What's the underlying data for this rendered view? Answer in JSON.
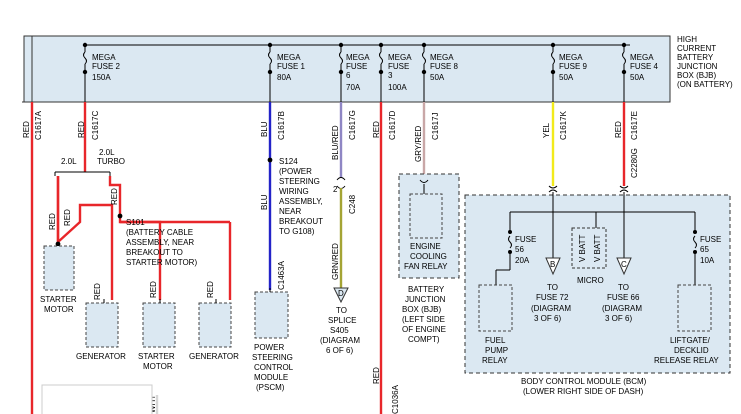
{
  "colors": {
    "red": "#e8262a",
    "blue": "#2323c8",
    "yellow": "#f2ea1a",
    "blu_red": "#8f86c4",
    "grn_red": "#a4a434",
    "gry_red": "#c9a7a7",
    "wht": "#d7d7d7",
    "box_fill": "#dbe8f2"
  },
  "bjb_label": [
    "HIGH",
    "CURRENT",
    "BATTERY",
    "JUNCTION",
    "BOX (BJB)",
    "(ON BATTERY)"
  ],
  "fuses": [
    {
      "line1": "MEGA",
      "line2": "FUSE 2",
      "rating": "150A"
    },
    {
      "line1": "MEGA",
      "line2": "FUSE 1",
      "rating": "80A"
    },
    {
      "line1": "MEGA",
      "line2": "FUSE",
      "line3": "6",
      "rating": "70A"
    },
    {
      "line1": "MEGA",
      "line2": "FUSE",
      "line3": "3",
      "rating": "100A"
    },
    {
      "line1": "MEGA",
      "line2": "FUSE 8",
      "rating": "50A"
    },
    {
      "line1": "MEGA",
      "line2": "FUSE 9",
      "rating": "50A"
    },
    {
      "line1": "MEGA",
      "line2": "FUSE 4",
      "rating": "50A"
    }
  ],
  "wire_labels": [
    {
      "color": "RED",
      "circuit": "C1617A"
    },
    {
      "color": "RED",
      "circuit": "C1617C"
    },
    {
      "color": "BLU",
      "circuit": "C1617B"
    },
    {
      "color": "BLU/RED",
      "circuit": "C1617G"
    },
    {
      "color": "RED",
      "circuit": "C1617D"
    },
    {
      "color": "GRY/RED",
      "circuit": "C1617J"
    },
    {
      "color": "YEL",
      "circuit": "C1617K"
    },
    {
      "color": "RED",
      "circuit": "C1617E"
    }
  ],
  "engine_labels": {
    "l20": "2.0L",
    "l20t_1": "2.0L",
    "l20t_2": "TURBO"
  },
  "splice_s101": [
    "S101",
    "(BATTERY CABLE",
    "ASSEMBLY, NEAR",
    "BREAKOUT TO",
    "STARTER MOTOR)"
  ],
  "splice_s124": [
    "S124",
    "(POWER",
    "STEERING",
    "WIRING",
    "ASSEMBLY,",
    "NEAR",
    "BREAKOUT",
    "TO G108)"
  ],
  "misc_wire_labels": {
    "red": "RED",
    "blu": "BLU",
    "grn_red": "GRN/RED",
    "c248": "C248",
    "c1463a": "C1463A",
    "c2280g": "C2280G",
    "c1036a": "C1036A",
    "wht": "WHT",
    "pin2": "2"
  },
  "components": {
    "starter_motor": [
      "STARTER",
      "MOTOR"
    ],
    "generator": [
      "GENERATOR"
    ],
    "starter_motor_2": [
      "STARTER",
      "MOTOR"
    ],
    "generator_2": [
      "GENERATOR"
    ],
    "pscm": [
      "POWER",
      "STEERING",
      "CONTROL",
      "MODULE",
      "(PSCM)"
    ],
    "splice_s405": [
      "TO",
      "SPLICE",
      "S405",
      "(DIAGRAM",
      "6 OF 6)"
    ],
    "cooling_fan_relay": [
      "ENGINE",
      "COOLING",
      "FAN RELAY"
    ],
    "bjb_engine": [
      "BATTERY",
      "JUNCTION",
      "BOX (BJB)",
      "(LEFT SIDE",
      "OF ENGINE",
      "COMPT)"
    ],
    "fuel_pump_relay": [
      "FUEL",
      "PUMP",
      "RELAY"
    ],
    "fuse72": [
      "TO",
      "FUSE 72",
      "(DIAGRAM",
      "3 OF 6)"
    ],
    "fuse66": [
      "TO",
      "FUSE 66",
      "(DIAGRAM",
      "3 OF 6)"
    ],
    "liftgate_relay": [
      "LIFTGATE/",
      "DECKLID",
      "RELEASE RELAY"
    ],
    "bcm": [
      "BODY CONTROL MODULE (BCM)",
      "(LOWER RIGHT SIDE OF DASH)"
    ]
  },
  "bcm_fuses": {
    "fuse56": [
      "FUSE",
      "56",
      "20A"
    ],
    "fuse65": [
      "FUSE",
      "65",
      "10A"
    ]
  },
  "micro": {
    "label": "MICRO",
    "vbatt_left": "V BATT",
    "vbatt_right": "V BATT"
  },
  "connectors": {
    "d": "D",
    "b": "B",
    "c": "C"
  }
}
